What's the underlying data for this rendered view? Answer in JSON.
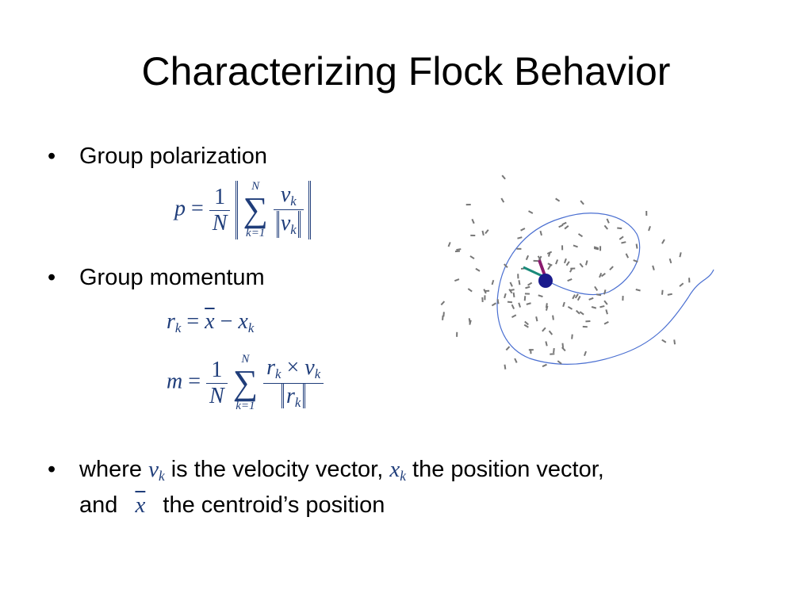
{
  "slide": {
    "title": "Characterizing Flock Behavior"
  },
  "bullets": [
    {
      "marker": "•",
      "text": "Group polarization"
    },
    {
      "marker": "•",
      "text": "Group momentum"
    }
  ],
  "equations": {
    "polarization": {
      "lhs": "p",
      "eq": "=",
      "num": "1",
      "den": "N",
      "sum_upper": "N",
      "sum_lower": "k=1",
      "sigma": "∑",
      "v": "v",
      "k": "k"
    },
    "r_def": {
      "r": "r",
      "k": "k",
      "eq": "=",
      "xbar": "x",
      "minus": "−",
      "x": "x"
    },
    "momentum": {
      "lhs": "m",
      "eq": "=",
      "num": "1",
      "den": "N",
      "sum_upper": "N",
      "sum_lower": "k=1",
      "sigma": "∑",
      "r": "r",
      "cross": "×",
      "v": "v",
      "k": "k"
    }
  },
  "where_line": {
    "marker": "•",
    "part1": "where",
    "vk_var": "v",
    "vk_sub": "k",
    "part2": "is the velocity vector,",
    "xk_var": "x",
    "xk_sub": "k",
    "part3": "the position vector,",
    "part4": "and",
    "xbar_var": "x",
    "part5": "the centroid’s position"
  },
  "figure": {
    "trajectory_color": "#4a6fd1",
    "boid_color": "#777777",
    "leader_color": "#1a1a8c",
    "arrow_colors": [
      "#8a1a6e",
      "#1a8a7a"
    ]
  }
}
